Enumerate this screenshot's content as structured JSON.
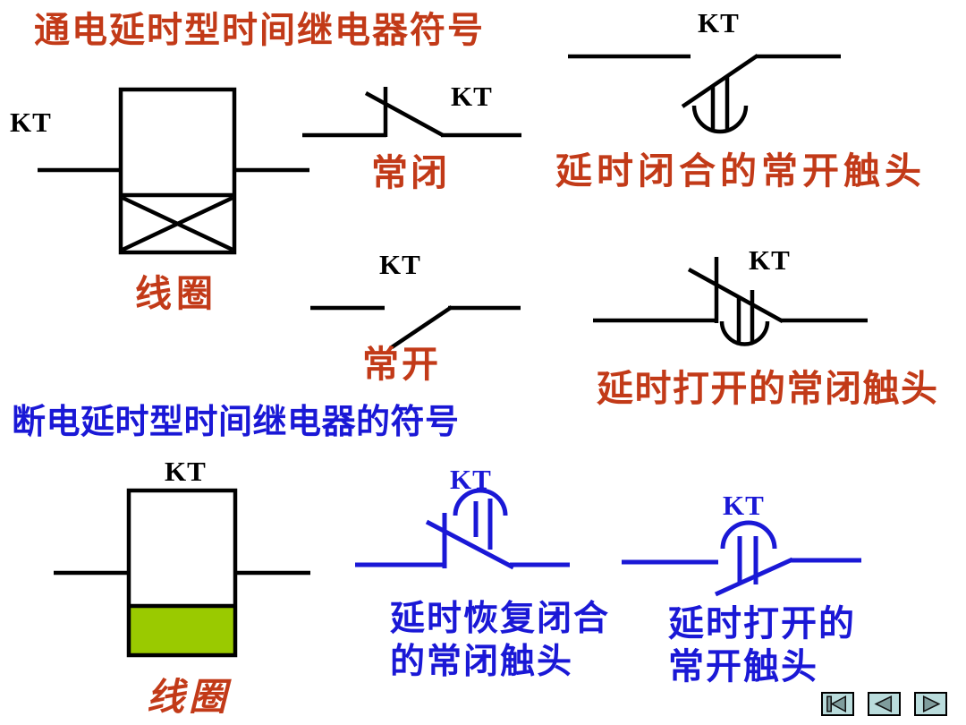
{
  "slide": {
    "background": "#ffffff",
    "colors": {
      "title_red": "#c23a18",
      "title_blue": "#1a18d6",
      "symbol_black": "#000000",
      "symbol_blue": "#1a18d6",
      "coil_green": "#9aca00",
      "nav_button_bg": "#badcdc",
      "nav_triangle": "#7f9c9c"
    }
  },
  "sections": {
    "on_delay": {
      "title": "通电延时型时间继电器符号",
      "coil": {
        "label": "KT",
        "caption": "线圈"
      },
      "nc_contact": {
        "label": "KT",
        "caption": "常闭"
      },
      "no_contact": {
        "label": "KT",
        "caption": "常开"
      },
      "delayed_close_no": {
        "label": "KT",
        "caption": "延时闭合的常开触头"
      },
      "delayed_open_nc": {
        "label": "KT",
        "caption": "延时打开的常闭触头"
      }
    },
    "off_delay": {
      "title": "断电延时型时间继电器的符号",
      "coil": {
        "label": "KT",
        "caption": "线圈"
      },
      "delayed_reclose_nc": {
        "label": "KT",
        "caption_line1": "延时恢复闭合",
        "caption_line2": "的常闭触头"
      },
      "delayed_open_no": {
        "label": "KT",
        "caption_line1": "延时打开的",
        "caption_line2": "常开触头"
      }
    }
  },
  "nav": {
    "buttons": [
      {
        "icon": "go-first-icon"
      },
      {
        "icon": "previous-icon"
      },
      {
        "icon": "next-icon"
      }
    ]
  }
}
